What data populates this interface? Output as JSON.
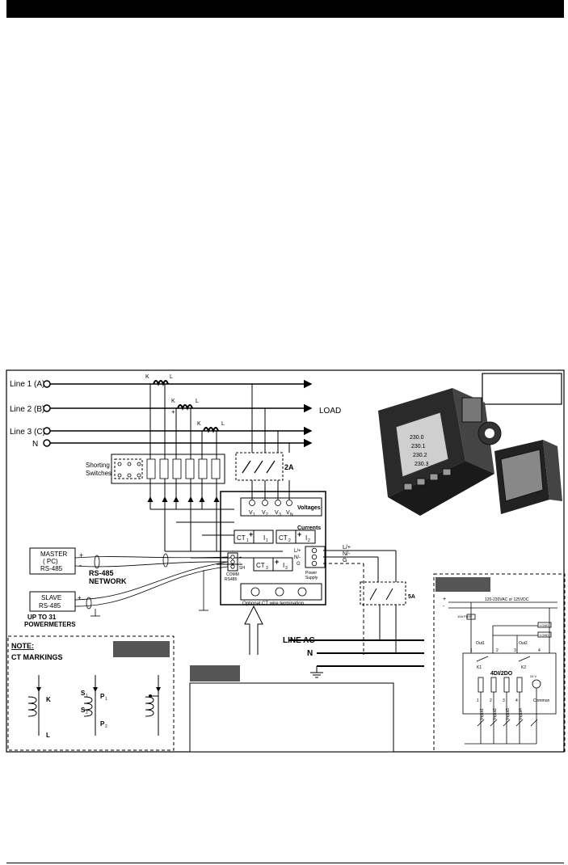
{
  "lines": {
    "line1": "Line 1 (A)",
    "line2": "Line 2 (B)",
    "line3": "Line 3 (C)",
    "neutral": "N",
    "load": "LOAD"
  },
  "ct_labels": {
    "k": "K",
    "l": "L",
    "plus": "+",
    "minus": "-"
  },
  "shorting": {
    "line1": "Shorting",
    "line2": "Switches"
  },
  "fuse_2a": "2A",
  "fuse_5a": "5A",
  "voltage_terminals": [
    "V",
    "V",
    "V",
    "V"
  ],
  "voltage_subs": [
    "1",
    "2",
    "3",
    "N"
  ],
  "voltages_label": "Voltages",
  "currents_label": "Currents",
  "ct_blocks": [
    {
      "ct": "CT",
      "sub": "1",
      "i": "I",
      "isub": "1"
    },
    {
      "ct": "CT",
      "sub": "2",
      "i": "I",
      "isub": "2"
    },
    {
      "ct": "CT",
      "sub": "3",
      "i": "I",
      "isub": "3"
    }
  ],
  "power": {
    "l": "L/+",
    "n": "N/-",
    "g": "G",
    "label1": "Power",
    "label2": "Supply"
  },
  "ext_power": {
    "l": "L/+",
    "n": "N/-",
    "g": "G"
  },
  "comm": {
    "label1": "COMM",
    "label2": "RS485",
    "plus": "+",
    "minus": "-",
    "sh": "SH"
  },
  "optional_ct": "Optional CT wire termination",
  "master": {
    "line1": "MASTER",
    "line2": "( PC)",
    "line3": "RS-485"
  },
  "network": {
    "line1": "RS-485",
    "line2": "NETWORK"
  },
  "slave": {
    "line1": "SLAVE",
    "line2": "RS-485"
  },
  "up_to": {
    "line1": "UP TO 31",
    "line2": "POWERMETERS"
  },
  "line_ac": "LINE AC",
  "line_ac_n": "N",
  "note": {
    "title": "NOTE:",
    "subtitle": "CT MARKINGS",
    "k": "K",
    "l": "L",
    "s1": "S",
    "s1sub": "1",
    "s2": "S",
    "s2sub": "2",
    "p1": "P",
    "p1sub": "1",
    "p2": "P",
    "p2sub": "2"
  },
  "module": {
    "supply": "120-230VAC or 125VDC",
    "fuse": "10A FUSE",
    "load": "LOAD",
    "out1": "Out1",
    "out2": "Out2",
    "k1": "K1",
    "k2": "K2",
    "name": "4DI/2DO",
    "v24": "24 V",
    "inputs": [
      "Input1",
      "Input2",
      "Input3",
      "Input4"
    ],
    "common": "Common",
    "terms_top": [
      "1",
      "2",
      "3",
      "4"
    ],
    "terms_bottom": [
      "1",
      "2",
      "3",
      "4"
    ]
  },
  "device_screen": [
    "230.0",
    "230.1",
    "230.2",
    "230.3"
  ]
}
